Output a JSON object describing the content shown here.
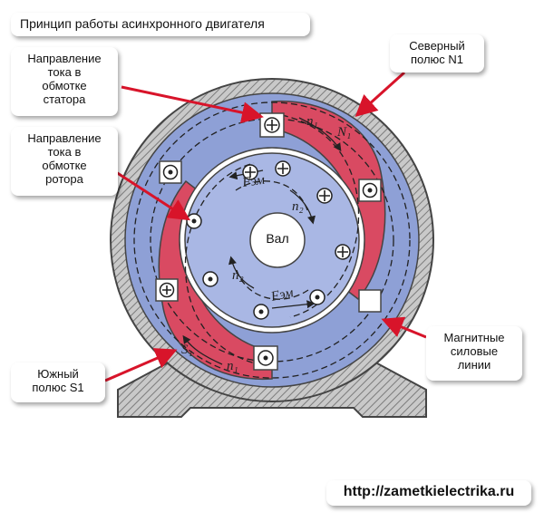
{
  "title": "Принцип работы асинхронного двигателя",
  "source_url": "http://zametkielectrika.ru",
  "callouts": {
    "stator_current": "Направление\nтока в\nобмотке\nстатора",
    "rotor_current": "Направление\nтока в\nобмотке\nротора",
    "north_pole": "Северный\nполюс N1",
    "south_pole": "Южный\nполюс S1",
    "field_lines": "Магнитные\nсиловые\nлинии"
  },
  "diagram_labels": {
    "shaft": "Вал",
    "north_mark": "N₁",
    "south_mark": "S₁",
    "n1_upper": "n₁",
    "n1_lower": "n₁",
    "n2_upper": "n₂",
    "n2_lower": "n₂",
    "force_upper": "Fэм",
    "force_lower": "Fэм"
  },
  "colors": {
    "stator": "#8ea0d6",
    "rotor": "#a9b7e4",
    "pole": "#d94a62",
    "frame": "#9a9a9a",
    "arrow": "#d8142a",
    "outline": "#333333"
  },
  "icons": {
    "conductor_in": "circle-cross",
    "conductor_out": "circle-dot"
  }
}
